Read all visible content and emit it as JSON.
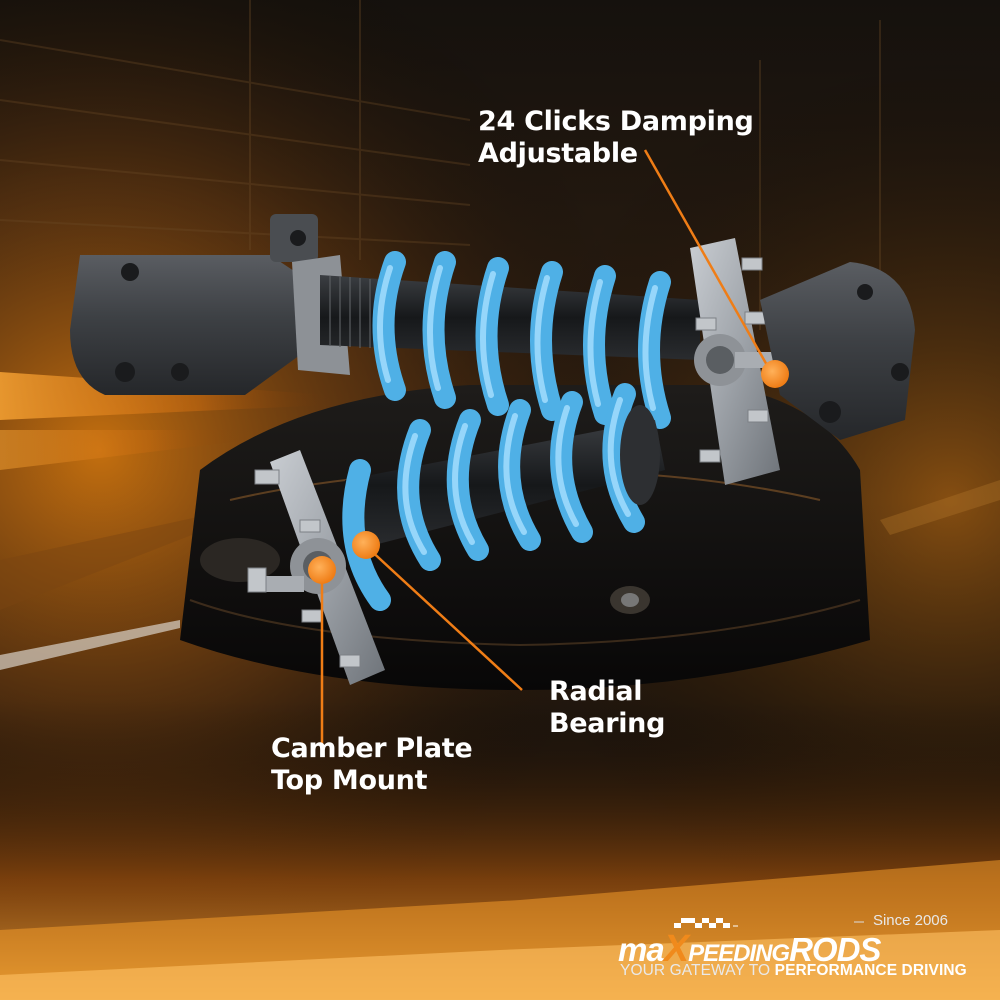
{
  "image": {
    "kind": "product-photo",
    "subject": "coilover-suspension-kit",
    "colors": {
      "spring": "#4fb0e6",
      "spring_highlight": "#9fdcff",
      "strut_body": "#3a3d41",
      "accent": "#f28a1e",
      "background_glow": "#c86a10",
      "plate": "#a9adb2"
    }
  },
  "callouts": {
    "damping": {
      "line1": "24 Clicks Damping",
      "line2": "Adjustable"
    },
    "radial": {
      "line1": "Radial",
      "line2": "Bearing"
    },
    "camber": {
      "line1": "Camber Plate",
      "line2": "Top Mount"
    }
  },
  "brand": {
    "since": "Since 2006",
    "logo_prefix": "ma",
    "logo_x": "X",
    "logo_mid": "peeding",
    "logo_suffix": "RODS",
    "tagline_normal": "YOUR GATEWAY TO ",
    "tagline_bold": "PERFORMANCE DRIVING"
  }
}
